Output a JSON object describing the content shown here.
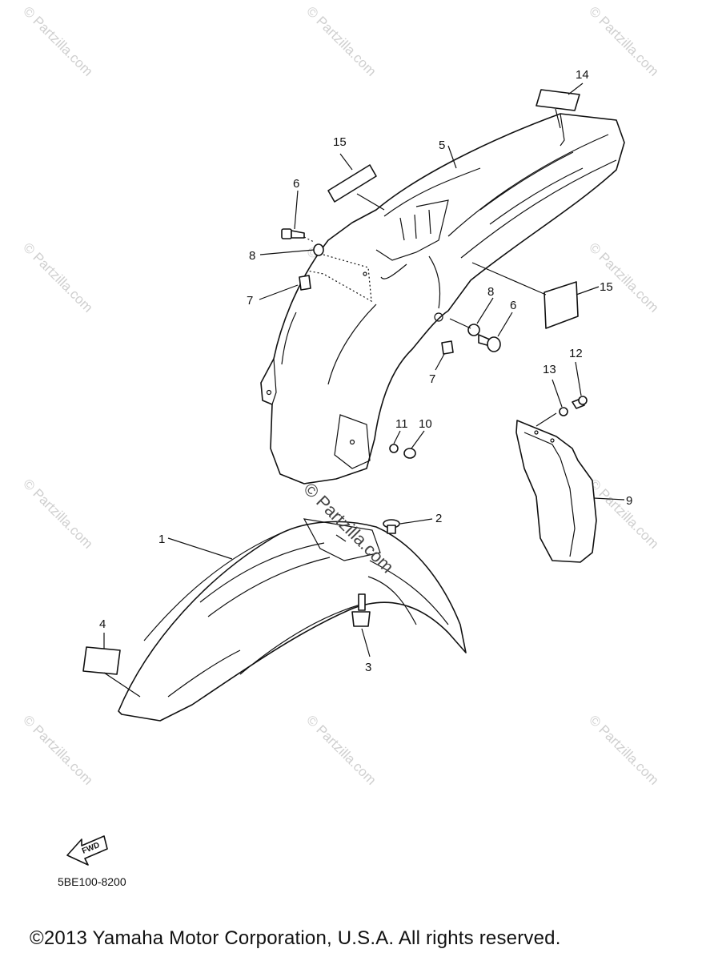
{
  "watermark_text": "© Partzilla.com",
  "center_watermark_text": "© Partzilla.com",
  "callouts": {
    "c1": "1",
    "c2": "2",
    "c3": "3",
    "c4": "4",
    "c5": "5",
    "c6a": "6",
    "c6b": "6",
    "c7a": "7",
    "c7b": "7",
    "c8a": "8",
    "c8b": "8",
    "c9": "9",
    "c10": "10",
    "c11": "11",
    "c12": "12",
    "c13": "13",
    "c14": "14",
    "c15a": "15",
    "c15b": "15"
  },
  "fwd_label": "FWD",
  "diagram_code": "5BE100-8200",
  "copyright": "©2013  Yamaha Motor Corporation, U.S.A. All rights reserved."
}
